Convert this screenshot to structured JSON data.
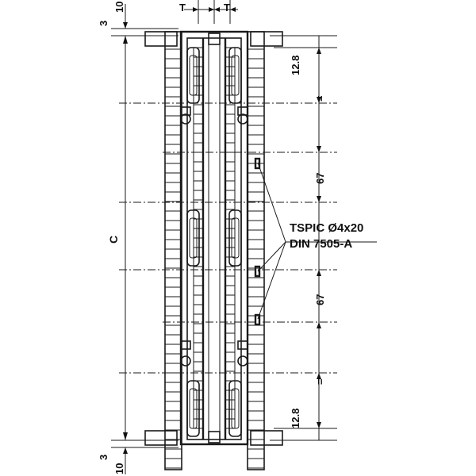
{
  "labels": {
    "top_offset": "10",
    "top_gap": "3",
    "bottom_gap": "3",
    "bottom_offset": "10",
    "t_left": "T",
    "t_right": "T",
    "overall": "C",
    "top_edge": "12.8",
    "bottom_edge": "12.8",
    "equal_top": "=",
    "equal_bottom": "=",
    "pitch_top": "67",
    "pitch_bottom": "67"
  },
  "callout": {
    "line1": "TSPIC Ø4x20",
    "line2": "DIN 7505-A"
  }
}
